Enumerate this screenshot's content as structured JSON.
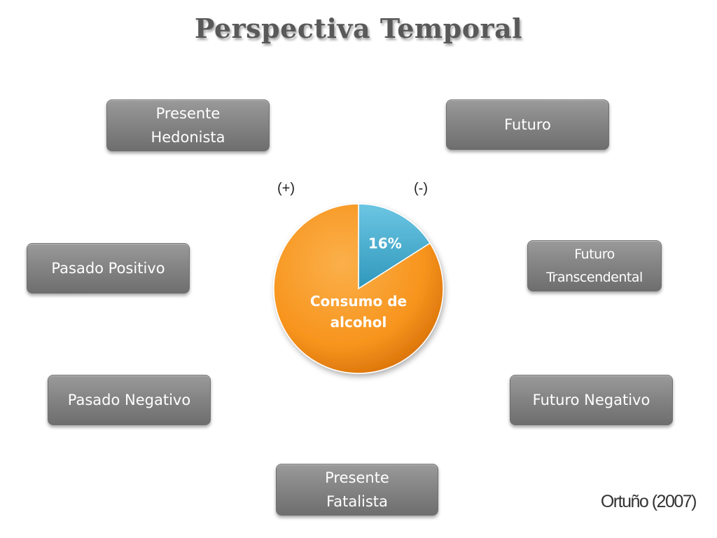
{
  "title": "Perspectiva Temporal",
  "boxes": {
    "presente_hedonista": [
      "Presente",
      "Hedonista"
    ],
    "futuro": [
      "Futuro"
    ],
    "pasado_positivo": [
      "Pasado Positivo"
    ],
    "futuro_transcendental": [
      "Futuro",
      "Transcendental"
    ],
    "pasado_negativo": [
      "Pasado Negativo"
    ],
    "futuro_negativo": [
      "Futuro Negativo"
    ],
    "presente_fatalista": [
      "Presente",
      "Fatalista"
    ]
  },
  "signs": {
    "plus": "(+)",
    "minus": "(-)"
  },
  "citation": "Ortuño (2007)",
  "colors": {
    "orange": "#f7941d",
    "blue": "#4bacc6",
    "box": "#858585"
  },
  "chart_data": {
    "type": "pie",
    "slices": [
      {
        "label": "16%",
        "value": 16,
        "color": "#4bacc6"
      },
      {
        "label": "Consumo de alcohol",
        "value": 84,
        "color": "#f7941d"
      }
    ],
    "slice_labels": {
      "small": "16%",
      "large_line1": "Consumo de",
      "large_line2": "alcohol"
    }
  }
}
